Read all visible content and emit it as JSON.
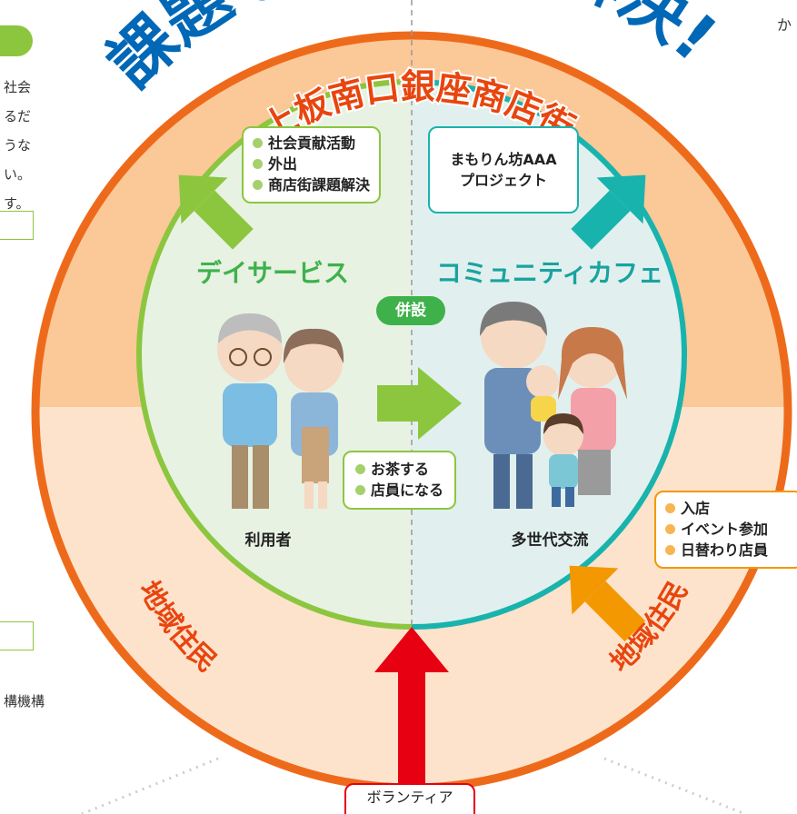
{
  "headline": "課題もまとめて解決!",
  "shopping_street": "上板南口銀座商店街",
  "day_service": "デイサービス",
  "community_cafe": "コミュニティカフェ",
  "annex": "併設",
  "users_label": "利用者",
  "multigen_label": "多世代交流",
  "left_box": [
    "社会貢献活動",
    "外出",
    "商店街課題解決"
  ],
  "project_box": [
    "まもりん坊AAA",
    "プロジェクト"
  ],
  "mid_box": [
    "お茶する",
    "店員になる"
  ],
  "right_box": [
    "入店",
    "イベント参加",
    "日替わり店員"
  ],
  "residents_left": "地域住民",
  "residents_right": "地域住民",
  "volunteer": "ボランティア",
  "side_text_lines": [
    "社会",
    "るだ",
    "うな",
    "い。",
    "す。"
  ],
  "side_footer": "構機構",
  "top_right_char": "か",
  "colors": {
    "outer_orange": "#fbc898",
    "outer_light": "#fde3cb",
    "ring": "#ee6a1b",
    "inner_left": "#e7f2e3",
    "inner_right": "#e1f0ee",
    "green": "#8cc63f",
    "teal": "#19b3ad",
    "blue_text": "#0068b7",
    "red_arrow": "#e60012",
    "orange_arrow": "#f39800"
  }
}
